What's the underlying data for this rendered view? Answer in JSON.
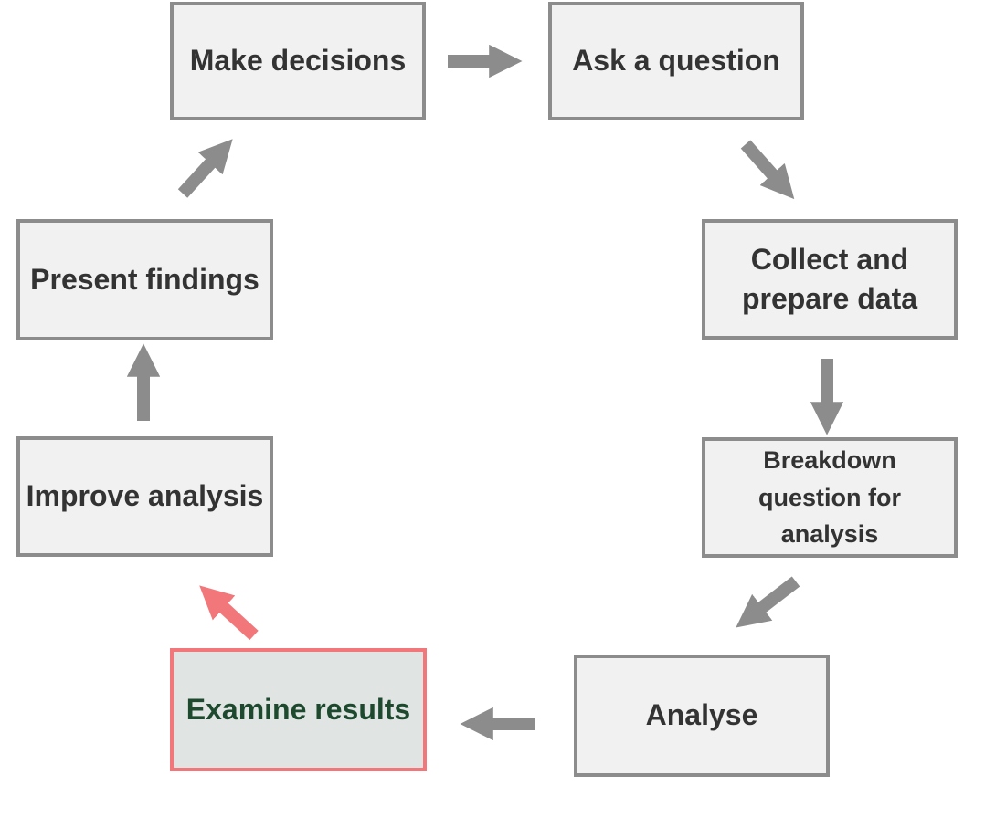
{
  "diagram": {
    "steps": [
      {
        "id": "make-decisions",
        "label": "Make decisions"
      },
      {
        "id": "ask-question",
        "label": "Ask a question"
      },
      {
        "id": "collect-data",
        "label": "Collect and\nprepare data"
      },
      {
        "id": "breakdown",
        "label": "Breakdown\nquestion for\nanalysis"
      },
      {
        "id": "analyse",
        "label": "Analyse"
      },
      {
        "id": "examine-results",
        "label": "Examine results"
      },
      {
        "id": "improve-analysis",
        "label": "Improve analysis"
      },
      {
        "id": "present-findings",
        "label": "Present findings"
      }
    ],
    "highlighted_step": "Examine results",
    "colors": {
      "box_fill": "#f1f1f1",
      "box_border": "#8c8c8c",
      "text": "#333333",
      "arrow": "#8c8c8c",
      "highlight_border": "#f2777a",
      "highlight_fill": "#e0e4e2",
      "highlight_text": "#1d4a2e",
      "highlight_arrow": "#f2777a"
    }
  }
}
